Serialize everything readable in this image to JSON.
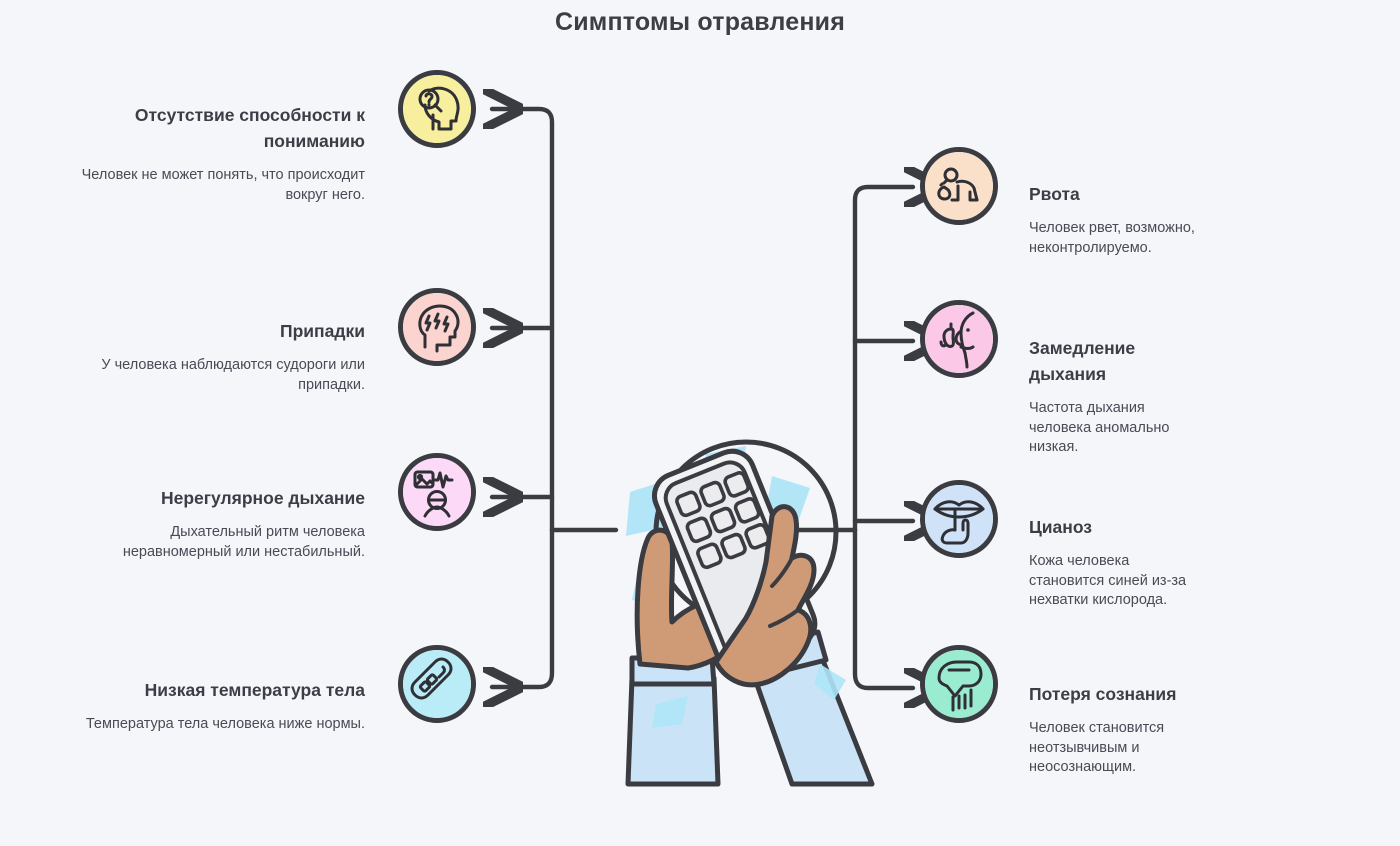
{
  "page": {
    "title": "Симптомы отравления",
    "background_color": "#f5f6fa",
    "text_color": "#3d3d46",
    "line_color": "#3b3b42"
  },
  "center": {
    "illustration_name": "hands-holding-phone",
    "skin_color": "#cf9b77",
    "sleeve_color": "#cbe3f7",
    "accent_color": "#aee5f7",
    "device_color": "#eceef0"
  },
  "left_items": [
    {
      "icon": "head-question-mark-icon",
      "icon_fill": "#f7ef9e",
      "heading": "Отсутствие способности к пониманию",
      "body": "Человек не может понять, что происходит вокруг него."
    },
    {
      "icon": "head-lightning-seizure-icon",
      "icon_fill": "#fbd4cf",
      "heading": "Припадки",
      "body": "У человека наблюдаются судороги или припадки."
    },
    {
      "icon": "monitor-waveform-face-icon",
      "icon_fill": "#fbd9f7",
      "heading": "Нерегулярное дыхание",
      "body": "Дыхательный ритм человека неравномерный или нестабильный."
    },
    {
      "icon": "thermometer-icon",
      "icon_fill": "#b9ecf7",
      "heading": "Низкая температура тела",
      "body": "Температура тела человека ниже нормы."
    }
  ],
  "right_items": [
    {
      "icon": "person-vomiting-icon",
      "icon_fill": "#fae0c8",
      "heading": "Рвота",
      "body": "Человек рвет, возможно, неконтролируемо."
    },
    {
      "icon": "breathing-face-lungs-icon",
      "icon_fill": "#fbc8e8",
      "heading": "Замедление дыхания",
      "body": "Частота дыхания человека аномально низкая."
    },
    {
      "icon": "blue-lips-cyanosis-icon",
      "icon_fill": "#cfe2f7",
      "heading": "Цианоз",
      "body": "Кожа человека становится синей из-за нехватки кислорода."
    },
    {
      "icon": "unconscious-person-icon",
      "icon_fill": "#9aecd0",
      "heading": "Потеря сознания",
      "body": "Человек становится неотзывчивым и неосознающим."
    }
  ]
}
